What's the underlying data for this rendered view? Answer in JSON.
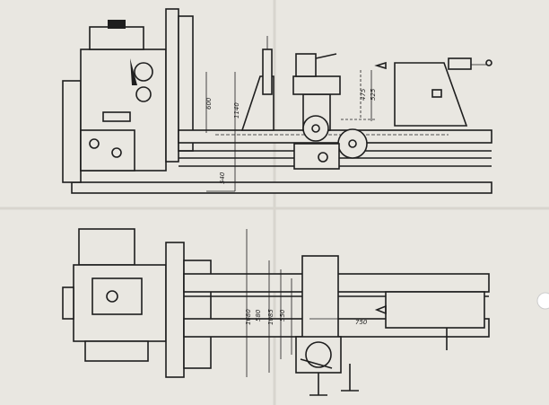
{
  "elevation_view": {
    "dimensions": {
      "d600": "600",
      "d1140": "1140",
      "d540": "540",
      "d475": "475",
      "d525": "525"
    }
  },
  "plan_view": {
    "dimensions": {
      "d1680": "1680",
      "d580": "580",
      "d1085": "1085",
      "d550": "550",
      "d750": "750"
    }
  },
  "colors": {
    "paper": "#e9e7e1",
    "ink": "#1e1e1e"
  }
}
